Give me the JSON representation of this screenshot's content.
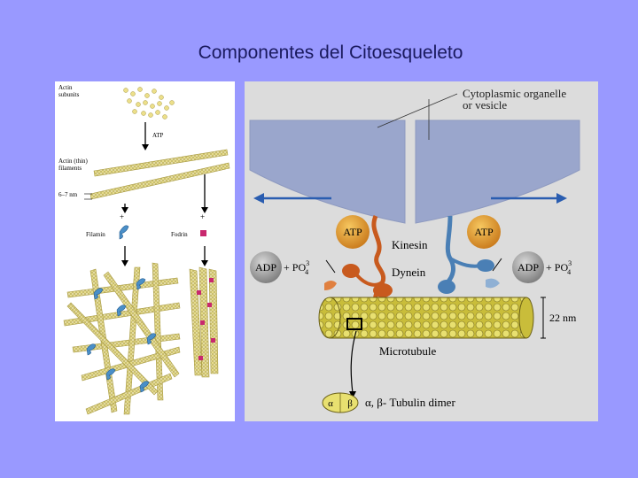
{
  "slide": {
    "title": "Componentes del Citoesqueleto"
  },
  "left_panel": {
    "actin_subunits": [
      "Actin",
      "subunits"
    ],
    "atp": "ATP",
    "actin_filaments": [
      "Actin (thin)",
      "filaments"
    ],
    "filament_width": "6–7 nm",
    "plus_left": "+",
    "plus_right": "+",
    "filamin": "Filamin",
    "fodrin": "Fodrin"
  },
  "right_panel": {
    "organelle": [
      "Cytoplasmic organelle",
      "or vesicle"
    ],
    "atp_left": "ATP",
    "atp_right": "ATP",
    "kinesin": "Kinesin",
    "dynein": "Dynein",
    "adp_left": "ADP",
    "adp_right": "ADP",
    "po4_left": "+ PO",
    "po4_right": "+ PO",
    "po4_sub": "4",
    "po4_sup": "3",
    "diameter": "22 nm",
    "microtubule": "Microtubule",
    "alpha": "α",
    "beta": "β",
    "tubulin_dimer": "α, β- Tubulin dimer"
  },
  "colors": {
    "background": "#9999ff",
    "title": "#1a1a5e",
    "actin": "#e6dc8c",
    "filamin": "#4a8fc8",
    "fodrin": "#c8286e",
    "organelle": "#9aa6cc",
    "kinesin": "#c85a1e",
    "dynein": "#4a7fb5",
    "atp_ball": "#e09020",
    "adp_ball": "#9a9a9a",
    "arrow": "#2a5db0"
  }
}
